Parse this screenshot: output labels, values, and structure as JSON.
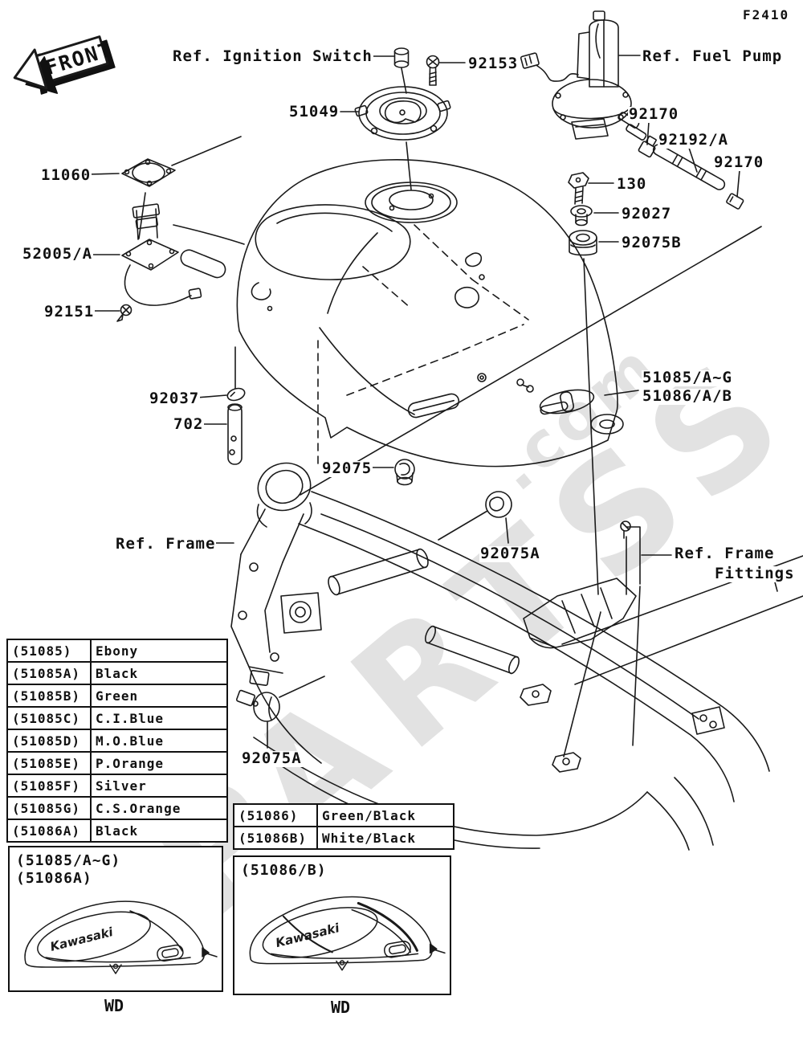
{
  "page": {
    "figure_code": "F2410",
    "front_label": "FRONT",
    "watermark": "PARTSS",
    "watermark_suffix": ".com",
    "brand_decal": "Kawasaki"
  },
  "refs": {
    "ignition_switch": "Ref. Ignition Switch",
    "fuel_pump": "Ref. Fuel Pump",
    "frame": "Ref. Frame",
    "frame_fittings_1": "Ref. Frame",
    "frame_fittings_2": "Fittings"
  },
  "callouts": {
    "c92153": "92153",
    "c51049": "51049",
    "c11060": "11060",
    "c52005": "52005/A",
    "c92151": "92151",
    "c92170_top": "92170",
    "c92192": "92192/A",
    "c92170_side": "92170",
    "c130": "130",
    "c92027": "92027",
    "c92075b": "92075B",
    "c51085": "51085/A~G",
    "c51086": "51086/A/B",
    "c92037": "92037",
    "c702": "702",
    "c92075": "92075",
    "c92075a_frame": "92075A",
    "c92075a_lower": "92075A"
  },
  "color_tables": {
    "t51085": {
      "rows": [
        [
          "(51085)",
          "Ebony"
        ],
        [
          "(51085A)",
          "Black"
        ],
        [
          "(51085B)",
          "Green"
        ],
        [
          "(51085C)",
          "C.I.Blue"
        ],
        [
          "(51085D)",
          "M.O.Blue"
        ],
        [
          "(51085E)",
          "P.Orange"
        ],
        [
          "(51085F)",
          "Silver"
        ],
        [
          "(51085G)",
          "C.S.Orange"
        ],
        [
          "(51086A)",
          "Black"
        ]
      ]
    },
    "t51086": {
      "rows": [
        [
          "(51086)",
          "Green/Black"
        ],
        [
          "(51086B)",
          "White/Black"
        ]
      ]
    }
  },
  "variant_boxes": {
    "left": {
      "line1": "(51085/A~G)",
      "line2": "(51086A)",
      "caption": "WD"
    },
    "right": {
      "line1": "(51086/B)",
      "caption": "WD"
    }
  }
}
